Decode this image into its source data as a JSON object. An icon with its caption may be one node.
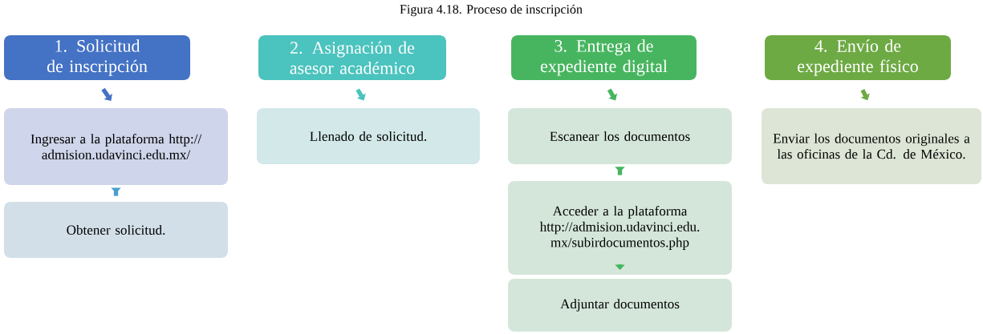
{
  "diagram": {
    "title": "Figura 4.18. Proceso de inscripción",
    "nodes": [
      {
        "text": [
          "1. Solicitud de inscripción"
        ]
      },
      {
        "text": [
          "Ingresar a la plataforma http://admision.udavinci.edu.mx/"
        ]
      },
      {
        "text": [
          "Obtener solicitud."
        ]
      },
      {
        "text": [
          "2. Asignación de asesor académico"
        ]
      },
      {
        "text": [
          "Llenado de solicitud."
        ]
      },
      {
        "text": [
          "3. Entrega de expediente digital"
        ]
      },
      {
        "text": [
          "Escanear los documentos"
        ]
      },
      {
        "text": [
          "Acceder a la plataforma http://admision.udavinci.edu.mx/subirdocumentos.php"
        ]
      },
      {
        "text": [
          "Adjuntar documentos"
        ]
      },
      {
        "text": [
          "4. Envío de expediente físico"
        ]
      },
      {
        "text": [
          "Enviar los documentos originales a las oficinas de la Cd. de México."
        ]
      }
    ],
    "edges": [
      {
        "from": 0,
        "to": 1,
        "arrow": "to",
        "color": "#4472c4"
      },
      {
        "from": 1,
        "to": 2,
        "arrow": "to",
        "color": "#4a9fcf"
      },
      {
        "from": 3,
        "to": 4,
        "arrow": "to",
        "color": "#4bc3be"
      },
      {
        "from": 5,
        "to": 6,
        "arrow": "to",
        "color": "#47b55f"
      },
      {
        "from": 6,
        "to": 7,
        "arrow": "to",
        "color": "#47b55f"
      },
      {
        "from": 7,
        "to": 8,
        "arrow": "to",
        "color": "#47b55f"
      },
      {
        "from": 9,
        "to": 10,
        "arrow": "to",
        "color": "#6eaa44"
      }
    ]
  }
}
